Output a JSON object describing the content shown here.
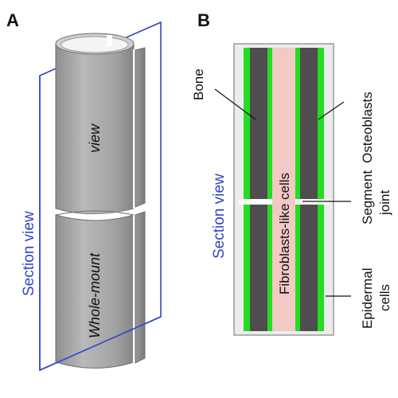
{
  "panels": {
    "a": {
      "label": "A",
      "section_plane_label": "Section view",
      "lower_segment_label": "Whole-mount",
      "upper_segment_label": "view"
    },
    "b": {
      "label": "B",
      "section_view_label": "Section view",
      "center_label": "Fibroblasts-like cells",
      "callouts": {
        "bone": "Bone",
        "osteoblasts": "Osteoblasts",
        "segment_joint_line1": "Segment",
        "segment_joint_line2": "joint",
        "epidermal_line1": "Epidermal",
        "epidermal_line2": "cells"
      }
    }
  },
  "colors": {
    "section_plane": "#2f45c9",
    "bone": "#4f4d4d",
    "osteoblasts": "#22dd22",
    "fibroblasts": "#f2c9c5",
    "epidermis": "#ececec",
    "cylinder": "#a9a9aa"
  }
}
